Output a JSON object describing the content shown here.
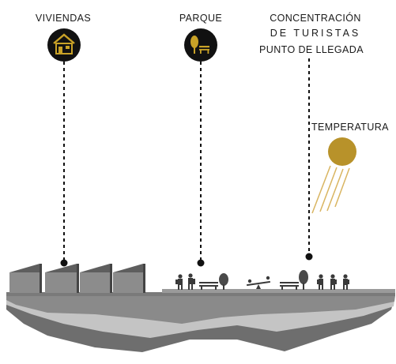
{
  "labels": {
    "viviendas": "VIVIENDAS",
    "parque": "PARQUE",
    "concentracion_line1": "CONCENTRACIÓN",
    "concentracion_line2": "DE TURISTAS",
    "punto_llegada": "PUNTO DE LLEGADA",
    "temperatura": "TEMPERATURA"
  },
  "icons": {
    "viviendas": "house-icon",
    "parque": "park-bench-tree-icon",
    "temperatura": "sun-icon"
  },
  "colors": {
    "icon_circle": "#111111",
    "icon_glyph": "#c9a227",
    "sun": "#b8922a",
    "ground_top": "#8a8a8a",
    "ground_mid": "#c4c4c4",
    "ground_bottom": "#6e6e6e",
    "roof": "#8c8c8c",
    "text": "#1a1a1a"
  }
}
